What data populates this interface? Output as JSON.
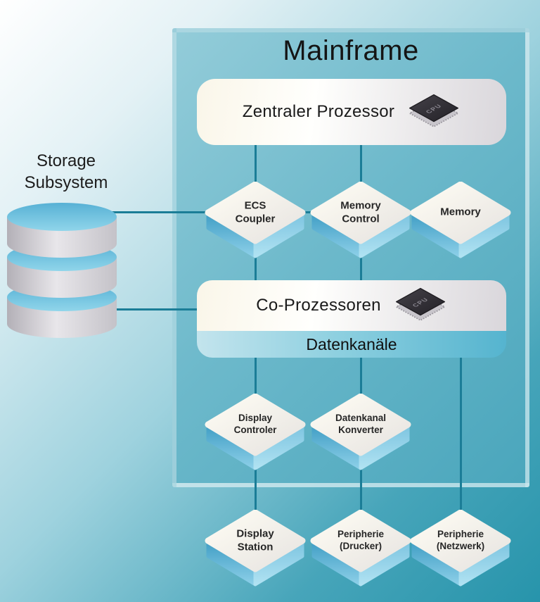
{
  "diagram": {
    "title": "Mainframe",
    "chip_label": "CPU",
    "storage": {
      "label": "Storage\nSubsystem"
    },
    "processor_box": {
      "label": "Zentraler Prozessor"
    },
    "coprocessor_box": {
      "label": "Co-Prozessoren",
      "channel_bar_label": "Datenkanäle"
    },
    "nodes": {
      "ecs_coupler": {
        "label": "ECS\nCoupler"
      },
      "memory_control": {
        "label": "Memory\nControl"
      },
      "memory": {
        "label": "Memory"
      },
      "display_controller": {
        "label": "Display\nControler"
      },
      "datenkanal_konverter": {
        "label": "Datenkanal\nKonverter"
      },
      "display_station": {
        "label": "Display\nStation"
      },
      "peripherie_drucker": {
        "label": "Peripherie\n(Drucker)"
      },
      "peripherie_netzwerk": {
        "label": "Peripherie\n(Netzwerk)"
      }
    },
    "colors": {
      "background_start": "#ffffff",
      "background_end": "#2794ab",
      "mainframe_fill": "#6db9cb",
      "mainframe_border": "#c8e5ec",
      "connector_line": "#1b7d97",
      "node_side_blue": "#4aa3c8",
      "channel_bar": "#55b4cf",
      "box_gradient_end": "#d9d6db"
    }
  }
}
